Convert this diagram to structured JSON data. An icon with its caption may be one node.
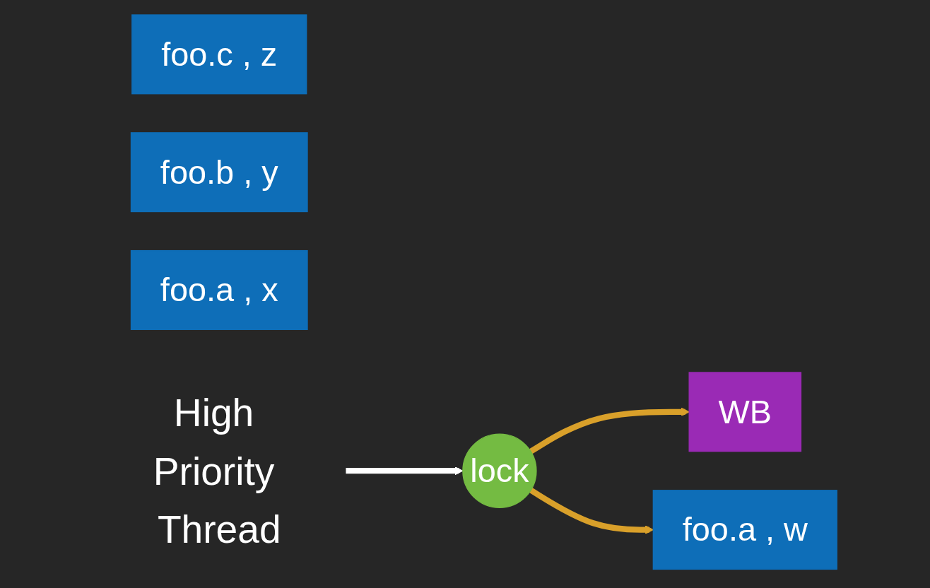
{
  "diagram": {
    "nodes": [
      {
        "text": [
          "lock"
        ]
      },
      {
        "text": [
          "WB"
        ]
      },
      {
        "text": [
          "foo.a , w"
        ]
      },
      {
        "text": [
          "foo.c , z"
        ]
      },
      {
        "text": [
          "foo.b , y"
        ]
      },
      {
        "text": [
          "foo.a , x"
        ]
      },
      {
        "text": [
          "High Priority Thread"
        ]
      }
    ],
    "edges": [
      {
        "from": 6,
        "to": 0,
        "arrow": "to",
        "color": "#ffffff"
      },
      {
        "from": 0,
        "to": 1,
        "arrow": "to"
      },
      {
        "from": 0,
        "to": 2,
        "arrow": "to"
      }
    ]
  }
}
